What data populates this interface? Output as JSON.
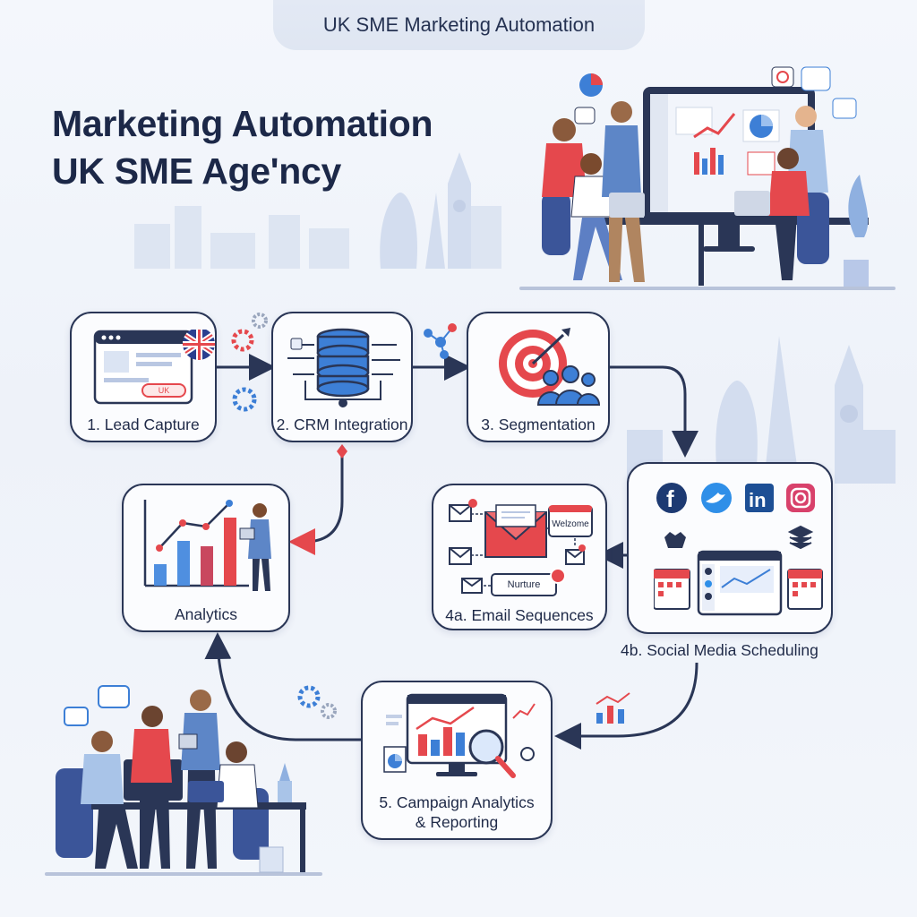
{
  "header": {
    "pill_title": "UK SME Marketing Automation"
  },
  "title": {
    "line1": "Marketing Automation",
    "line2": "UK SME Age'ncy"
  },
  "steps": {
    "lead_capture": {
      "label": "1. Lead Capture",
      "button_text": "UK"
    },
    "crm": {
      "label": "2. CRM Integration"
    },
    "segmentation": {
      "label": "3. Segmentation"
    },
    "email": {
      "label": "4a. Email Sequences",
      "tag_welcome": "Welzome",
      "tag_nurture": "Nurture"
    },
    "social": {
      "label": "4b. Social Media Scheduling"
    },
    "analytics": {
      "label": "Analytics"
    },
    "campaign": {
      "label_line1": "5. Campaign Analytics",
      "label_line2": "& Reporting"
    }
  },
  "colors": {
    "navy": "#2a3656",
    "accent_red": "#e5484d",
    "accent_blue": "#3d7fd6",
    "skyline": "#d3ddef"
  }
}
